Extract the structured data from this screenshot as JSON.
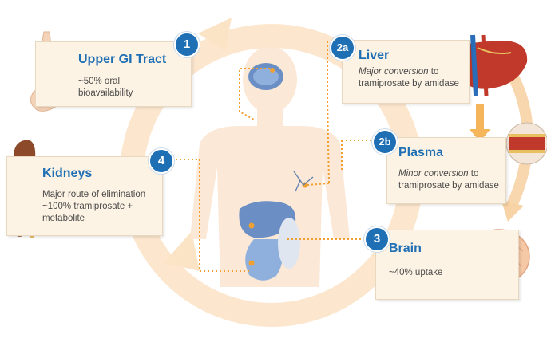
{
  "colors": {
    "accent_blue": "#1f6fb5",
    "box_fill": "#fdf3e4",
    "dotted_orange": "#f0a030",
    "arrow_ring": "#fbe3c6",
    "body_silhouette": "#fbe6d2"
  },
  "steps": {
    "upper_gi": {
      "badge": "1",
      "title": "Upper GI Tract",
      "line1": "~50% oral",
      "line2": "bioavailability",
      "icon": "stomach-icon"
    },
    "liver": {
      "badge": "2a",
      "title": "Liver",
      "line1_em": "Major conversion",
      "line1_rest": " to",
      "line2": "tramiprosate by amidase",
      "icon": "liver-icon"
    },
    "plasma": {
      "badge": "2b",
      "title": "Plasma",
      "line1_em": "Minor conversion",
      "line1_rest": " to",
      "line2": "tramiprosate by amidase",
      "icon": "blood-vessel-icon"
    },
    "brain": {
      "badge": "3",
      "title": "Brain",
      "line1": "~40% uptake",
      "icon": "brain-icon"
    },
    "kidneys": {
      "badge": "4",
      "title": "Kidneys",
      "line1": "Major route of elimination",
      "line2": "~100% tramiprosate +",
      "line3": "metabolite",
      "icon": "kidney-icon"
    }
  }
}
